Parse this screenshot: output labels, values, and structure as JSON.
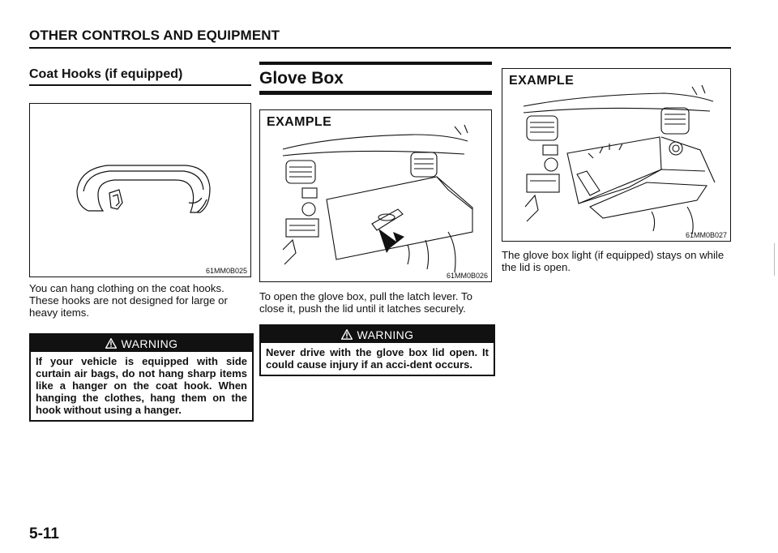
{
  "header": {
    "title": "OTHER CONTROLS AND EQUIPMENT"
  },
  "coat_hooks": {
    "heading": "Coat Hooks (if equipped)",
    "figure_code": "61MM0B025",
    "body": "You can hang clothing on the coat hooks. These hooks are not designed for large or heavy items.",
    "warning_label": "WARNING",
    "warning_text": "If your vehicle is equipped with side curtain air bags, do not hang sharp items like a hanger on the coat hook. When hanging the clothes, hang them on the hook without using a hanger."
  },
  "glove_box": {
    "heading": "Glove Box",
    "figure_example": "EXAMPLE",
    "figure_code": "61MM0B026",
    "body": "To open the glove box, pull the latch lever. To close it, push the lid until it latches securely.",
    "warning_label": "WARNING",
    "warning_text": "Never drive with the glove box lid open. It could cause injury if an acci-dent occurs."
  },
  "glove_light": {
    "figure_example": "EXAMPLE",
    "figure_code": "61MM0B027",
    "body": "The glove box light (if equipped) stays on while the lid is open."
  },
  "footer": {
    "page_number": "5-11"
  },
  "icons": {
    "warning": "warning-triangle-icon"
  },
  "colors": {
    "ink": "#111111",
    "warning_bar": "#111111",
    "warning_text": "#ffffff"
  }
}
